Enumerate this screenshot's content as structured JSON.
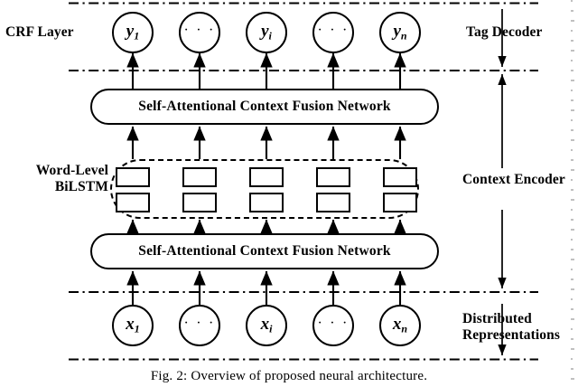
{
  "figure": {
    "caption": "Fig. 2: Overview of proposed neural architecture.",
    "left_labels": {
      "crf": "CRF Layer",
      "bilstm_line1": "Word-Level",
      "bilstm_line2": "BiLSTM"
    },
    "right_labels": {
      "tag_decoder": "Tag Decoder",
      "context_encoder": "Context Encoder",
      "distributed_line1": "Distributed",
      "distributed_line2": "Representations"
    },
    "blocks": {
      "fusion_top": "Self-Attentional Context Fusion Network",
      "fusion_bottom": "Self-Attentional Context Fusion Network"
    },
    "output_nodes": [
      {
        "name": "y-1",
        "base": "y",
        "sub": "1",
        "dots": false
      },
      {
        "name": "y-dots-1",
        "base": "",
        "sub": "",
        "dots": true
      },
      {
        "name": "y-i",
        "base": "y",
        "sub": "i",
        "dots": false
      },
      {
        "name": "y-dots-2",
        "base": "",
        "sub": "",
        "dots": true
      },
      {
        "name": "y-n",
        "base": "y",
        "sub": "n",
        "dots": false
      }
    ],
    "input_nodes": [
      {
        "name": "x-1",
        "base": "x",
        "sub": "1",
        "dots": false
      },
      {
        "name": "x-dots-1",
        "base": "",
        "sub": "",
        "dots": true
      },
      {
        "name": "x-i",
        "base": "x",
        "sub": "i",
        "dots": false
      },
      {
        "name": "x-dots-2",
        "base": "",
        "sub": "",
        "dots": true
      },
      {
        "name": "x-n",
        "base": "x",
        "sub": "n",
        "dots": false
      }
    ],
    "lstm": {
      "backward_row_cells": 5,
      "forward_row_cells": 5,
      "backward_direction": "right-to-left",
      "forward_direction": "left-to-right"
    },
    "ellipsis_glyph": "· · ·",
    "columns_x": [
      147,
      221,
      295,
      369,
      443
    ],
    "colors": {
      "stroke": "#000000",
      "background": "#ffffff"
    }
  }
}
